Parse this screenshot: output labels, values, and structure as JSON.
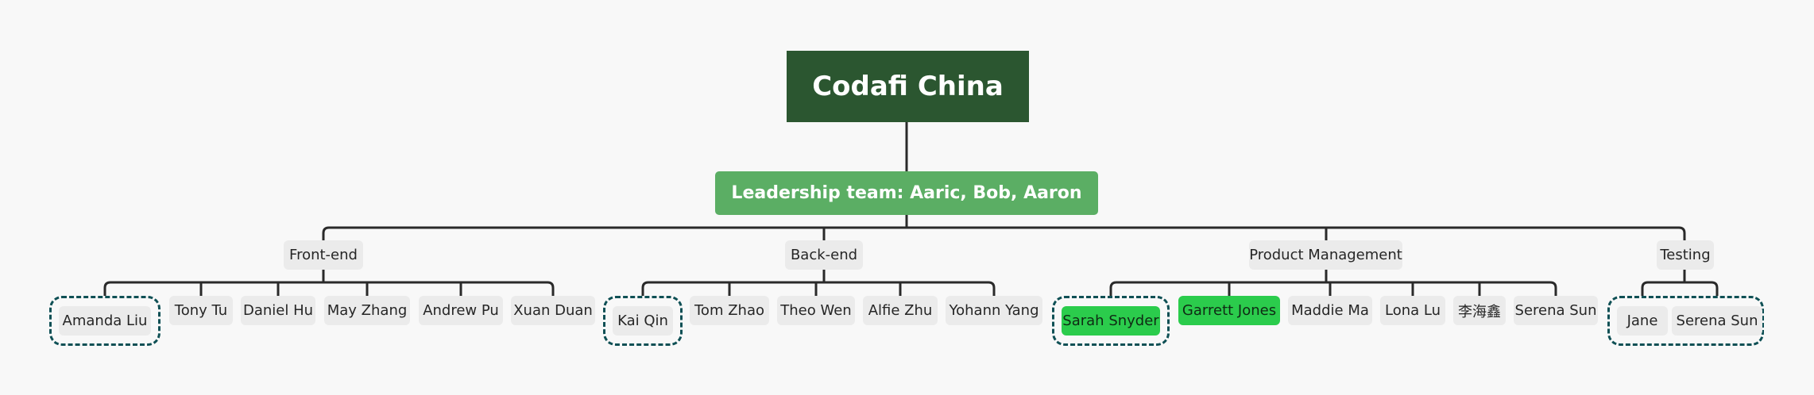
{
  "org": {
    "root": "Codafi China",
    "leadership": "Leadership team: Aaric, Bob, Aaron",
    "departments": [
      {
        "name": "Front-end",
        "members": [
          {
            "name": "Amanda Liu",
            "grouped": true
          },
          {
            "name": "Tony Tu"
          },
          {
            "name": "Daniel Hu"
          },
          {
            "name": "May Zhang"
          },
          {
            "name": "Andrew Pu"
          },
          {
            "name": "Xuan Duan"
          }
        ]
      },
      {
        "name": "Back-end",
        "members": [
          {
            "name": "Kai Qin",
            "grouped": true
          },
          {
            "name": "Tom Zhao"
          },
          {
            "name": "Theo Wen"
          },
          {
            "name": "Alfie Zhu"
          },
          {
            "name": "Yohann Yang"
          }
        ]
      },
      {
        "name": "Product Management",
        "members": [
          {
            "name": "Sarah Snyder",
            "grouped": true,
            "highlight": true
          },
          {
            "name": "Garrett Jones",
            "highlight": true
          },
          {
            "name": "Maddie Ma"
          },
          {
            "name": "Lona Lu"
          },
          {
            "name": "李海鑫"
          },
          {
            "name": "Serena Sun"
          }
        ]
      },
      {
        "name": "Testing",
        "members": [
          {
            "name": "Jane",
            "grouped": true
          },
          {
            "name": "Serena Sun",
            "grouped": true
          }
        ]
      }
    ]
  },
  "colors": {
    "root_bg": "#2b5630",
    "leadership_bg": "#5bae64",
    "member_bg": "#ebebeb",
    "highlight_bg": "#2bcc4c",
    "group_border": "#0f5055",
    "connector": "#2a2a2a",
    "canvas_bg": "#f8f8f8"
  }
}
